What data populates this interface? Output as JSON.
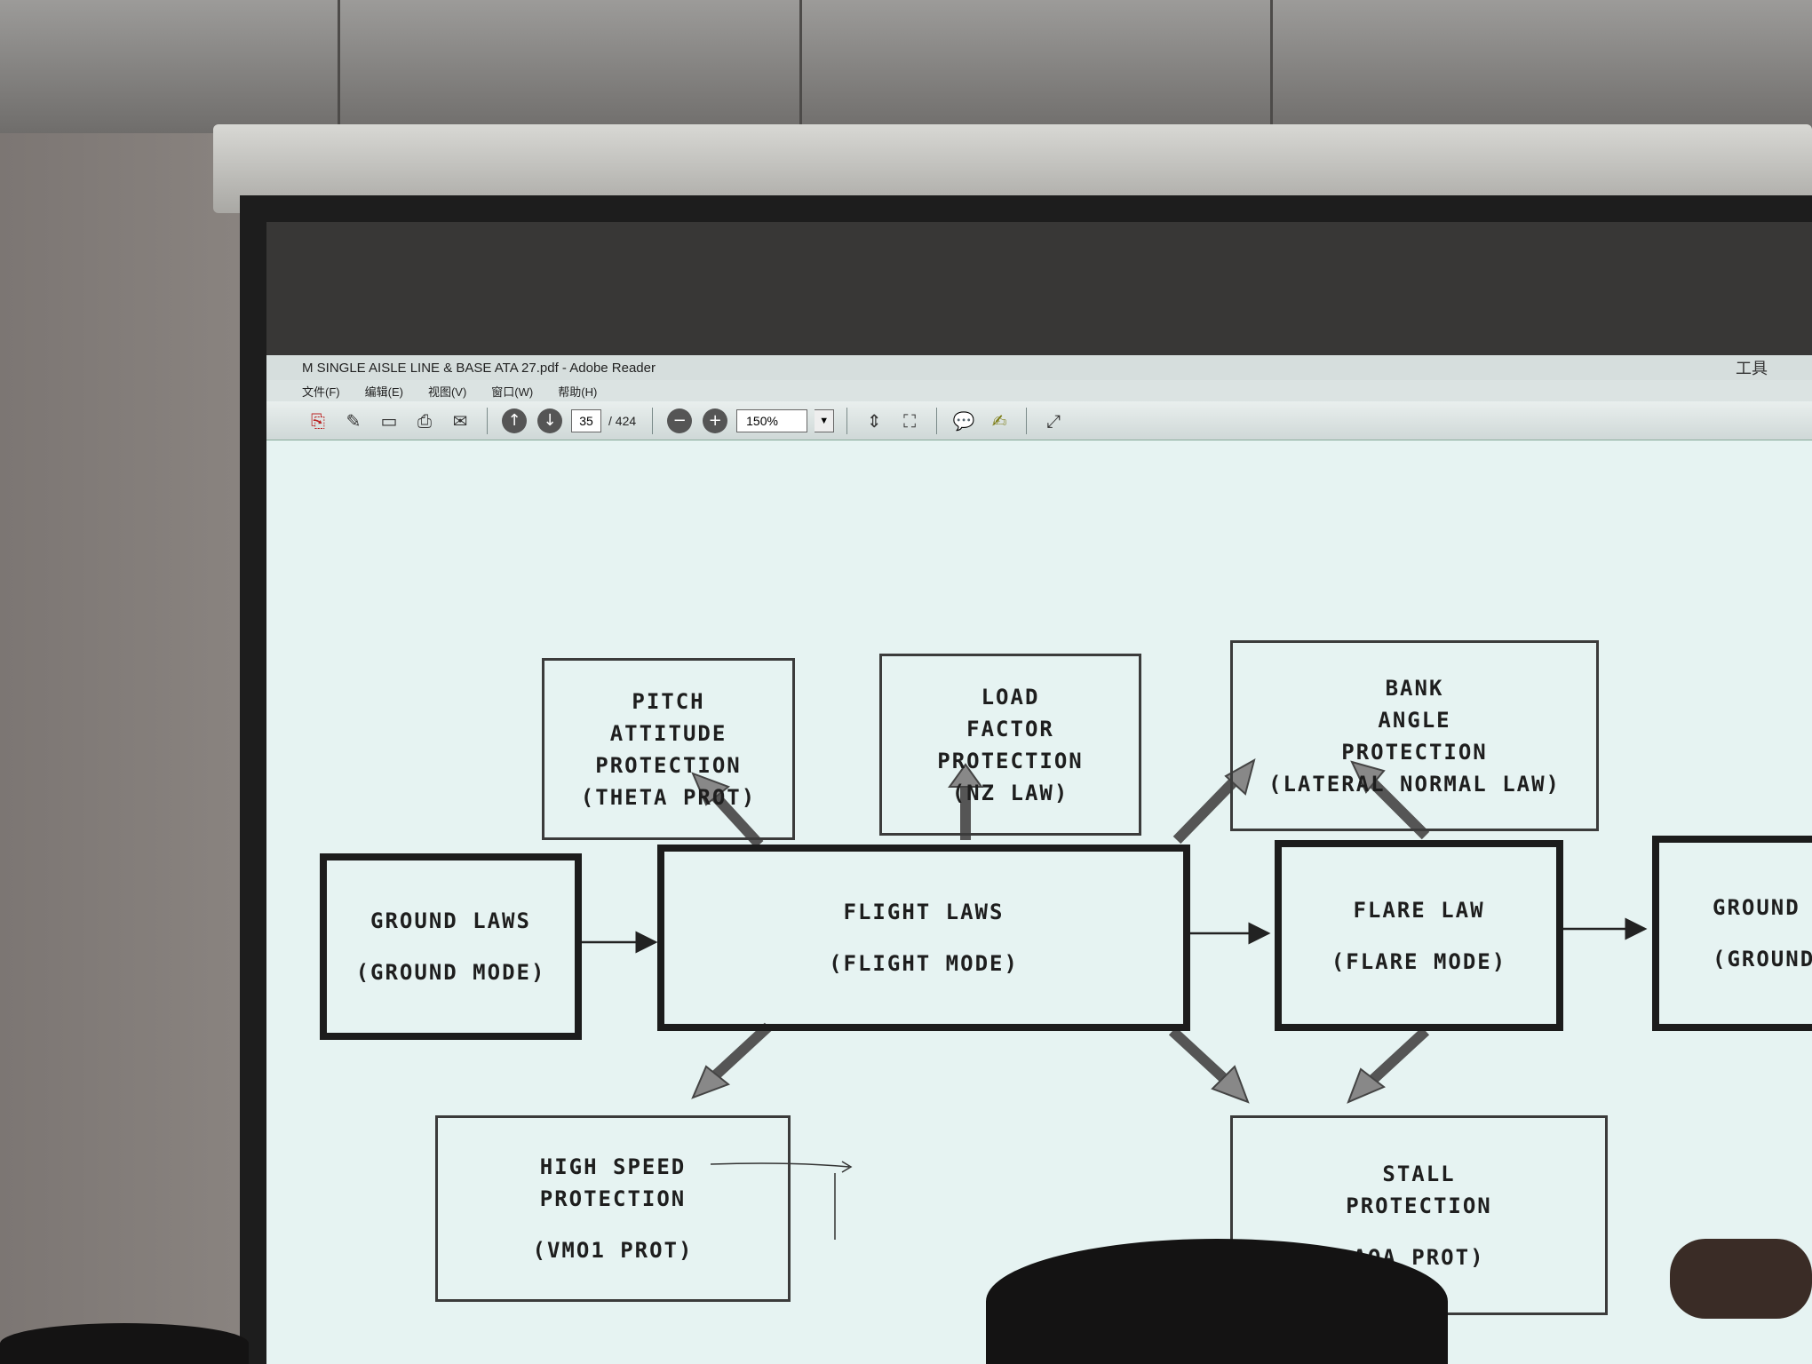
{
  "window": {
    "title": "M SINGLE AISLE LINE & BASE ATA 27.pdf - Adobe Reader",
    "tools_label": "工具"
  },
  "menu": [
    "文件(F)",
    "编辑(E)",
    "视图(V)",
    "窗口(W)",
    "帮助(H)"
  ],
  "toolbar": {
    "icons": [
      "create-pdf-icon",
      "edit-icon",
      "save-icon",
      "print-icon",
      "email-icon",
      "previous-page-icon",
      "next-page-icon",
      "zoom-out-icon",
      "zoom-in-icon",
      "fit-page-icon",
      "full-screen-icon",
      "comment-icon",
      "sign-icon",
      "expand-icon"
    ],
    "page_current": "35",
    "page_total": "/ 424",
    "zoom": "150%"
  },
  "diagram": {
    "pitch": {
      "l1": "PITCH",
      "l2": "ATTITUDE",
      "l3": "PROTECTION",
      "l4": "(THETA PROT)"
    },
    "load": {
      "l1": "LOAD",
      "l2": "FACTOR",
      "l3": "PROTECTION",
      "l4": "(NZ LAW)"
    },
    "bank": {
      "l1": "BANK",
      "l2": "ANGLE",
      "l3": "PROTECTION",
      "l4": "(LATERAL NORMAL LAW)"
    },
    "ground_laws": {
      "l1": "GROUND LAWS",
      "l2": "(GROUND MODE)"
    },
    "flight_laws": {
      "l1": "FLIGHT LAWS",
      "l2": "(FLIGHT MODE)"
    },
    "flare_law": {
      "l1": "FLARE LAW",
      "l2": "(FLARE MODE)"
    },
    "ground_right": {
      "l1": "GROUND",
      "l2": "(GROUND"
    },
    "high_speed": {
      "l1": "HIGH SPEED",
      "l2": "PROTECTION",
      "l3": "(VMO1 PROT)"
    },
    "stall": {
      "l1": "STALL",
      "l2": "PROTECTION",
      "l3": "AOA PROT)"
    }
  }
}
